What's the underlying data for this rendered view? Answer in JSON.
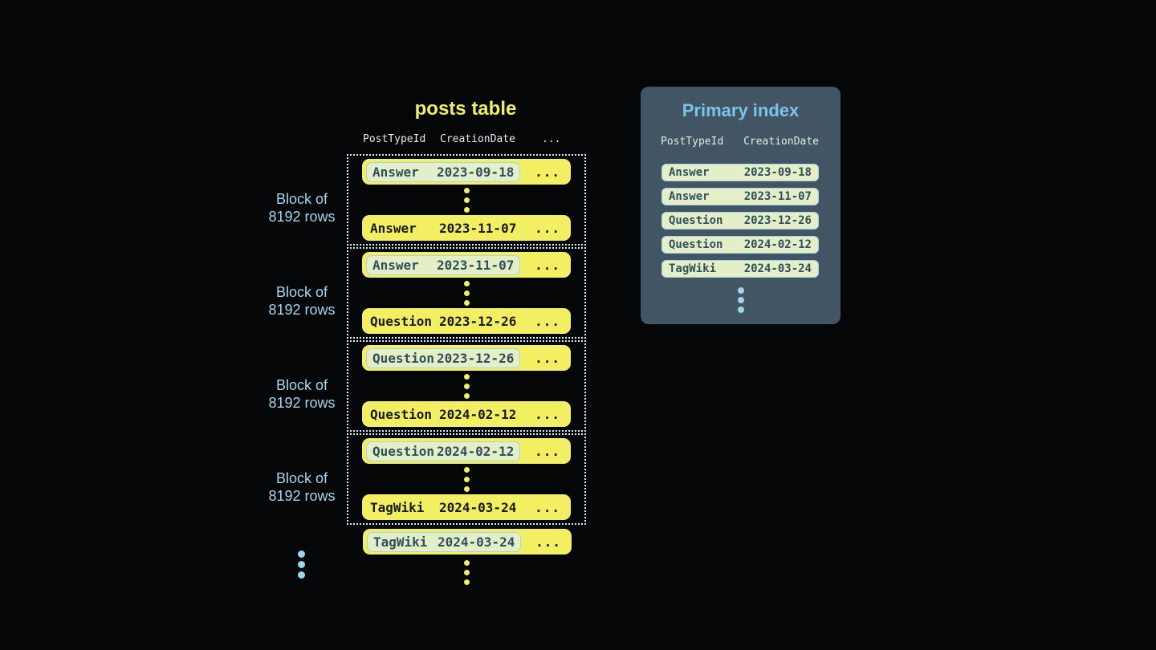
{
  "posts_table": {
    "title": "posts table",
    "columns": {
      "c1": "PostTypeId",
      "c2": "CreationDate",
      "c3": "..."
    },
    "ellipsis": "...",
    "block_label": {
      "line1": "Block of",
      "line2": "8192 rows"
    },
    "blocks": [
      {
        "first": {
          "type": "Answer",
          "date": "2023-09-18"
        },
        "last": {
          "type": "Answer",
          "date": "2023-11-07"
        }
      },
      {
        "first": {
          "type": "Answer",
          "date": "2023-11-07"
        },
        "last": {
          "type": "Question",
          "date": "2023-12-26"
        }
      },
      {
        "first": {
          "type": "Question",
          "date": "2023-12-26"
        },
        "last": {
          "type": "Question",
          "date": "2024-02-12"
        }
      },
      {
        "first": {
          "type": "Question",
          "date": "2024-02-12"
        },
        "last": {
          "type": "TagWiki",
          "date": "2024-03-24"
        }
      }
    ],
    "trailing_row": {
      "type": "TagWiki",
      "date": "2024-03-24"
    }
  },
  "primary_index": {
    "title": "Primary index",
    "columns": {
      "c1": "PostTypeId",
      "c2": "CreationDate"
    },
    "entries": [
      {
        "type": "Answer",
        "date": "2023-09-18"
      },
      {
        "type": "Answer",
        "date": "2023-11-07"
      },
      {
        "type": "Question",
        "date": "2023-12-26"
      },
      {
        "type": "Question",
        "date": "2024-02-12"
      },
      {
        "type": "TagWiki",
        "date": "2024-03-24"
      }
    ]
  },
  "colors": {
    "background": "#050607",
    "row_yellow": "#f2ef63",
    "row_text": "#17191b",
    "marked_cell_green": "#e4efc7",
    "marked_cell_border_blue": "#a3d4e6",
    "marked_cell_text_slate": "#2f4e5e",
    "index_panel_slate": "#415564",
    "index_title_blue": "#7cc5e8",
    "block_label_blue": "#a5d6ec",
    "column_header_text": "#e3eaea",
    "block_dotted_border": "#d6ecf4",
    "more_dots_blue": "#a0d4ec"
  }
}
